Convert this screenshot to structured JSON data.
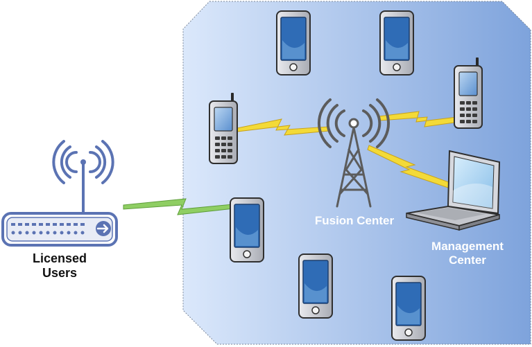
{
  "labels": {
    "licensed_users_line1": "Licensed",
    "licensed_users_line2": "Users",
    "fusion_center": "Fusion Center",
    "management_center_line1": "Management",
    "management_center_line2": "Center"
  },
  "colors": {
    "region_light": "#dbe8fb",
    "region_dark": "#7ea3dc",
    "link_yellow": "#f3da38",
    "link_green": "#8fce63",
    "device_gray": "#c7c9cf",
    "screen_blue": "#3f77be",
    "router_blue": "#5b73b3",
    "tower_gray": "#5c5c5c"
  },
  "icons": [
    "router-icon",
    "cell-tower-icon",
    "tablet-icon",
    "feature-phone-icon",
    "laptop-icon",
    "lightning-link-icon"
  ]
}
